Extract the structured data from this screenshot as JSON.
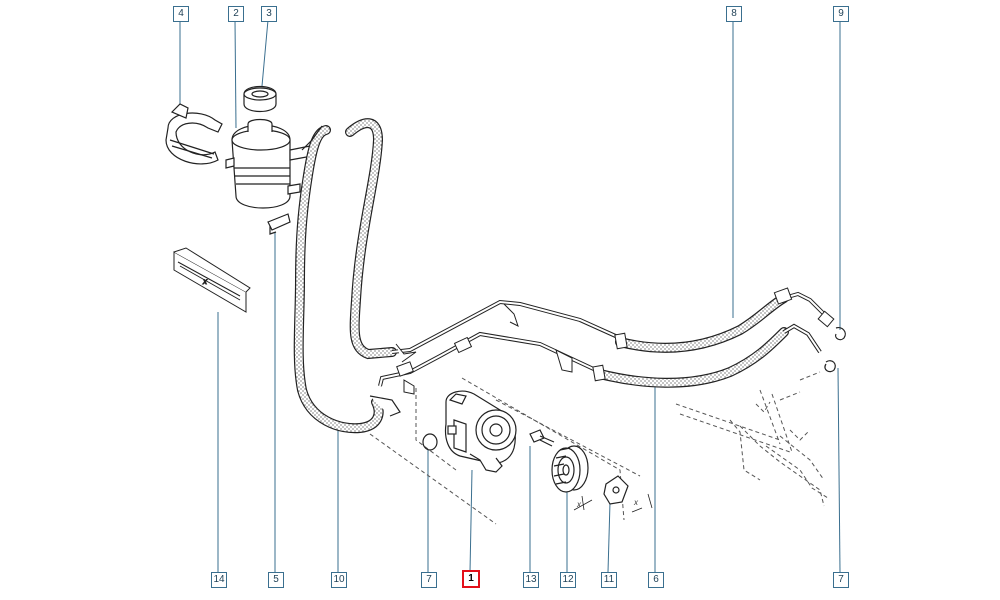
{
  "callouts": {
    "c1": "1",
    "c2": "2",
    "c3": "3",
    "c4": "4",
    "c5": "5",
    "c6": "6",
    "c7a": "7",
    "c7b": "7",
    "c8": "8",
    "c9": "9",
    "c10": "10",
    "c11": "11",
    "c12": "12",
    "c13": "13",
    "c14": "14"
  },
  "highlight_color": "#e3101a",
  "callout_color": "#3a6f8f",
  "dimension_mark": "x"
}
